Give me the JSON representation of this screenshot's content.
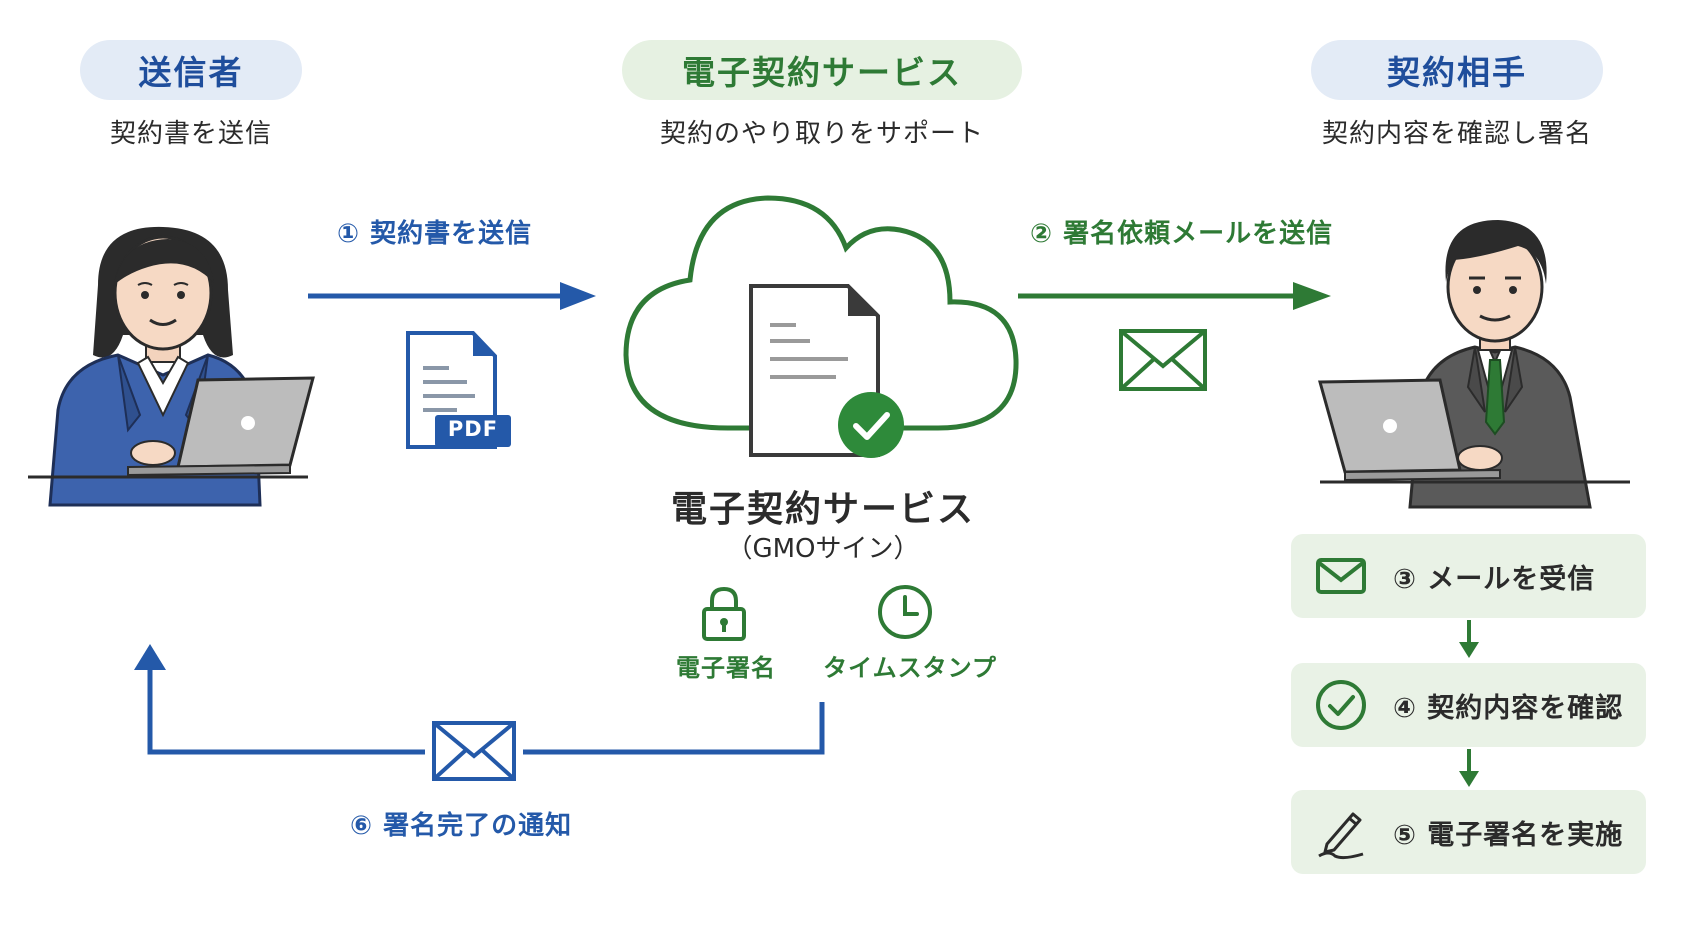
{
  "columns": {
    "sender": {
      "title": "送信者",
      "subtitle": "契約書を送信"
    },
    "service": {
      "title": "電子契約サービス",
      "subtitle": "契約のやり取りをサポート"
    },
    "recipient": {
      "title": "契約相手",
      "subtitle": "契約内容を確認し署名"
    }
  },
  "flows": {
    "step1": "① 契約書を送信",
    "step2": "② 署名依頼メールを送信",
    "step6": "⑥ 署名完了の通知"
  },
  "pdf_badge": "PDF",
  "service_center": {
    "name": "電子契約サービス",
    "product": "（GMOサイン）",
    "features": [
      {
        "label": "電子署名",
        "icon": "lock-icon"
      },
      {
        "label": "タイムスタンプ",
        "icon": "clock-icon"
      }
    ]
  },
  "recipient_steps": [
    {
      "label": "③ メールを受信",
      "icon": "envelope-icon"
    },
    {
      "label": "④ 契約内容を確認",
      "icon": "check-circle-icon"
    },
    {
      "label": "⑤ 電子署名を実施",
      "icon": "pen-icon"
    }
  ],
  "colors": {
    "blue": "#2459a9",
    "green": "#2e7a35",
    "pill_blue_bg": "#e3ebf6",
    "pill_green_bg": "#e6f1e2",
    "step_bg": "#e9f2e6"
  }
}
